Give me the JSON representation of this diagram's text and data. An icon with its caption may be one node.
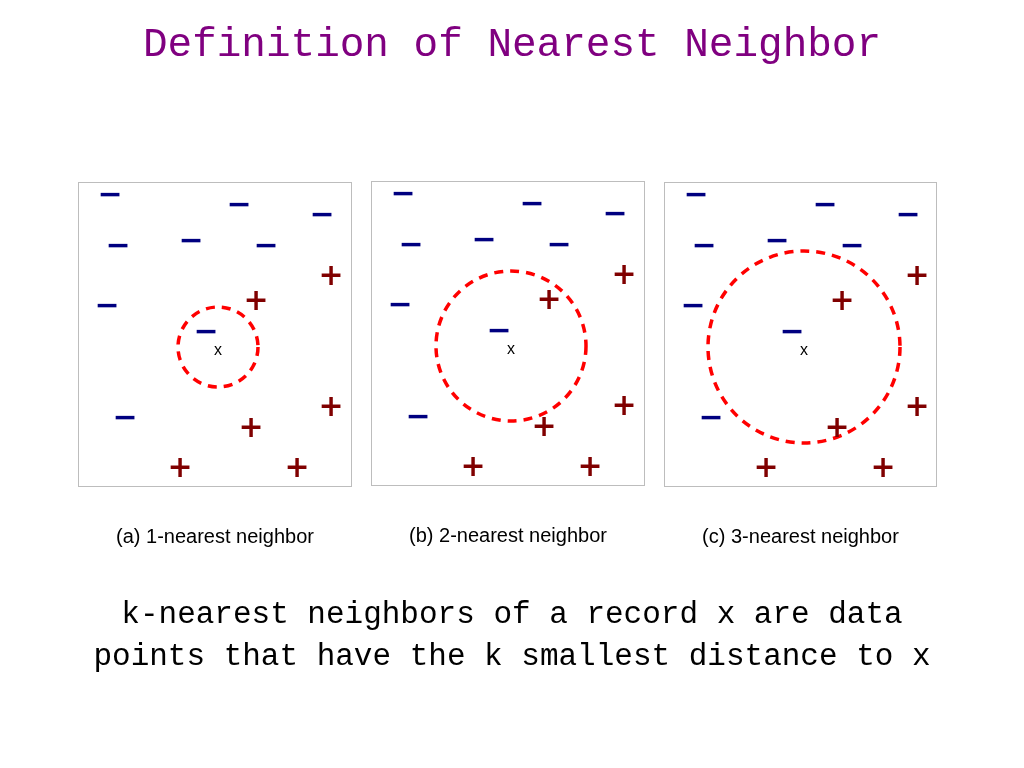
{
  "diagram": {
    "title": "Definition of Nearest Neighbor",
    "nodes": [
      {
        "text": [
          "−",
          "−",
          "−",
          "−",
          "−",
          "−",
          "+",
          "−",
          "+",
          "−",
          "x",
          "+",
          "−",
          "+",
          "+",
          "+"
        ],
        "beside": [
          "(a) 1-nearest neighbor"
        ]
      },
      {
        "text": [
          "−",
          "−",
          "−",
          "−",
          "−",
          "−",
          "+",
          "−",
          "+",
          "−",
          "x",
          "+",
          "−",
          "+",
          "+",
          "+"
        ],
        "beside": [
          "(b) 2-nearest neighbor"
        ]
      },
      {
        "text": [
          "−",
          "−",
          "−",
          "−",
          "−",
          "−",
          "+",
          "−",
          "+",
          "−",
          "x",
          "+",
          "−",
          "+",
          "+",
          "+"
        ],
        "beside": [
          "(c) 3-nearest neighbor"
        ]
      }
    ],
    "caption": "k-nearest neighbors of a record x are data points that have the k smallest distance to x"
  }
}
